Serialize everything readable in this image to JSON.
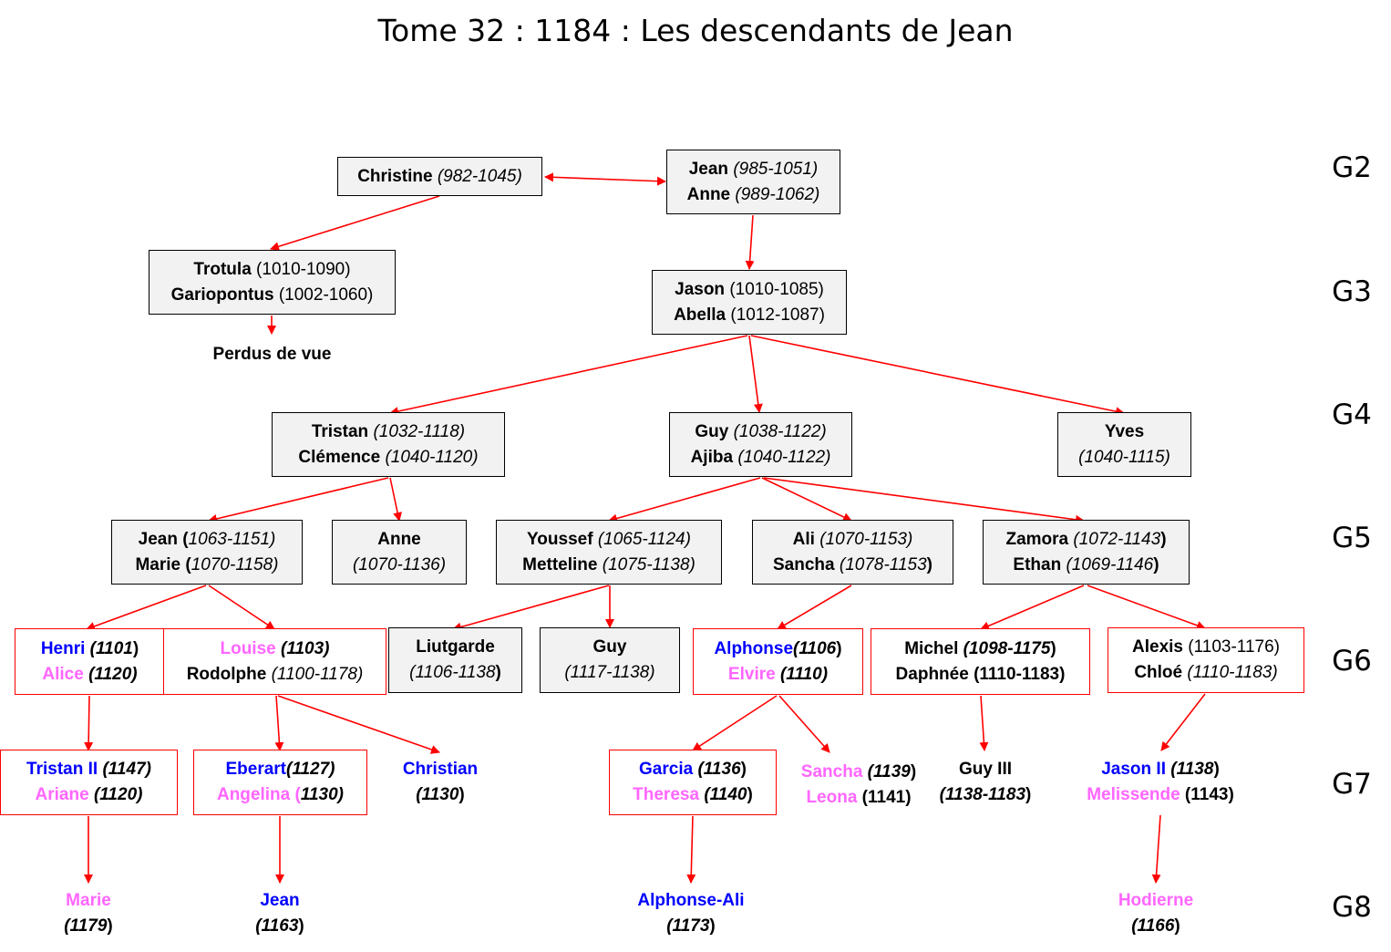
{
  "title": "Tome 32 : 1184 : Les descendants de Jean",
  "colors": {
    "arrow": "#ff0000",
    "male": "#0000ff",
    "female": "#ff66ff",
    "default": "#000000"
  },
  "generations": [
    "G2",
    "G3",
    "G4",
    "G5",
    "G6",
    "G7",
    "G8"
  ],
  "nodes": [
    {
      "name": "christine",
      "lines": [
        [
          {
            "t": "Christine ",
            "s": "b"
          },
          {
            "t": "(982-1045)",
            "s": "i"
          }
        ]
      ]
    },
    {
      "name": "jean-anne",
      "lines": [
        [
          {
            "t": "Jean ",
            "s": "b"
          },
          {
            "t": "(985-1051)",
            "s": "i"
          }
        ],
        [
          {
            "t": "Anne ",
            "s": "b"
          },
          {
            "t": "(989-1062)",
            "s": "i"
          }
        ]
      ]
    },
    {
      "name": "trotula-gariopontus",
      "lines": [
        [
          {
            "t": "Trotula ",
            "s": "b"
          },
          {
            "t": "(1010-1090)",
            "s": "n"
          }
        ],
        [
          {
            "t": "Gariopontus ",
            "s": "b"
          },
          {
            "t": "(1002-1060)",
            "s": "n"
          }
        ]
      ]
    },
    {
      "name": "perdus-de-vue",
      "lines": [
        [
          {
            "t": "Perdus de vue",
            "s": "b"
          }
        ]
      ]
    },
    {
      "name": "jason-abella",
      "lines": [
        [
          {
            "t": "Jason ",
            "s": "b"
          },
          {
            "t": "(1010-1085)",
            "s": "n"
          }
        ],
        [
          {
            "t": "Abella ",
            "s": "b"
          },
          {
            "t": "(1012-1087)",
            "s": "n"
          }
        ]
      ]
    },
    {
      "name": "tristan-clemence",
      "lines": [
        [
          {
            "t": "Tristan ",
            "s": "b"
          },
          {
            "t": "(1032-1118)",
            "s": "i"
          }
        ],
        [
          {
            "t": "Clémence ",
            "s": "b"
          },
          {
            "t": "(1040-1120)",
            "s": "i"
          }
        ]
      ]
    },
    {
      "name": "guy-ajiba",
      "lines": [
        [
          {
            "t": "Guy ",
            "s": "b"
          },
          {
            "t": "(1038-1122)",
            "s": "i"
          }
        ],
        [
          {
            "t": "Ajiba ",
            "s": "b"
          },
          {
            "t": "(1040-1122)",
            "s": "i"
          }
        ]
      ]
    },
    {
      "name": "yves",
      "lines": [
        [
          {
            "t": "Yves",
            "s": "b"
          }
        ],
        [
          {
            "t": "(1040-1115)",
            "s": "i"
          }
        ]
      ]
    },
    {
      "name": "jean-marie",
      "lines": [
        [
          {
            "t": "Jean ",
            "s": "b"
          },
          {
            "t": "(",
            "s": "b"
          },
          {
            "t": "1063-1151)",
            "s": "i"
          }
        ],
        [
          {
            "t": "Marie ",
            "s": "b"
          },
          {
            "t": "(",
            "s": "b"
          },
          {
            "t": "1070-1158)",
            "s": "i"
          }
        ]
      ]
    },
    {
      "name": "anne-g5",
      "lines": [
        [
          {
            "t": "Anne",
            "s": "b"
          }
        ],
        [
          {
            "t": "(1070-1136)",
            "s": "i"
          }
        ]
      ]
    },
    {
      "name": "youssef-metteline",
      "lines": [
        [
          {
            "t": "Youssef ",
            "s": "b"
          },
          {
            "t": "(1065-1124)",
            "s": "i"
          }
        ],
        [
          {
            "t": "Metteline ",
            "s": "b"
          },
          {
            "t": "(1075-1138)",
            "s": "i"
          }
        ]
      ]
    },
    {
      "name": "ali-sancha",
      "lines": [
        [
          {
            "t": "Ali ",
            "s": "b"
          },
          {
            "t": "(1070-1153)",
            "s": "i"
          }
        ],
        [
          {
            "t": "Sancha ",
            "s": "b"
          },
          {
            "t": "(1078-1153",
            "s": "i"
          },
          {
            "t": ")",
            "s": "b"
          }
        ]
      ]
    },
    {
      "name": "zamora-ethan",
      "lines": [
        [
          {
            "t": "Zamora ",
            "s": "b"
          },
          {
            "t": "(1072-1143",
            "s": "i"
          },
          {
            "t": ")",
            "s": "b"
          }
        ],
        [
          {
            "t": "Ethan ",
            "s": "b"
          },
          {
            "t": "(1069-1146",
            "s": "i"
          },
          {
            "t": ")",
            "s": "b"
          }
        ]
      ]
    },
    {
      "name": "henri-alice",
      "lines": [
        [
          {
            "t": "Henri ",
            "s": "b",
            "c": "male"
          },
          {
            "t": "(1101",
            "s": "bi"
          },
          {
            "t": ")",
            "s": "b"
          }
        ],
        [
          {
            "t": "Alice ",
            "s": "b",
            "c": "female"
          },
          {
            "t": "(1120)",
            "s": "bi"
          }
        ]
      ]
    },
    {
      "name": "louise-rodolphe",
      "lines": [
        [
          {
            "t": "Louise ",
            "s": "b",
            "c": "female"
          },
          {
            "t": "(1103)",
            "s": "bi"
          }
        ],
        [
          {
            "t": "Rodolphe ",
            "s": "b"
          },
          {
            "t": "(1100-1178)",
            "s": "i"
          }
        ]
      ]
    },
    {
      "name": "liutgarde",
      "lines": [
        [
          {
            "t": "Liutgarde",
            "s": "b"
          }
        ],
        [
          {
            "t": "(1106-1138",
            "s": "i"
          },
          {
            "t": ")",
            "s": "b"
          }
        ]
      ]
    },
    {
      "name": "guy-g6",
      "lines": [
        [
          {
            "t": "Guy",
            "s": "b"
          }
        ],
        [
          {
            "t": "(1117-1138)",
            "s": "i"
          }
        ]
      ]
    },
    {
      "name": "alphonse-elvire",
      "lines": [
        [
          {
            "t": "Alphonse",
            "s": "b",
            "c": "male"
          },
          {
            "t": "(1106",
            "s": "bi"
          },
          {
            "t": ")",
            "s": "b"
          }
        ],
        [
          {
            "t": "Elvire ",
            "s": "b",
            "c": "female"
          },
          {
            "t": "(1110)",
            "s": "bi"
          }
        ]
      ]
    },
    {
      "name": "michel-daphnee",
      "lines": [
        [
          {
            "t": "Michel ",
            "s": "b"
          },
          {
            "t": "(1098-1175",
            "s": "bi"
          },
          {
            "t": ")",
            "s": "b"
          }
        ],
        [
          {
            "t": "Daphnée (1110-1183)",
            "s": "b"
          }
        ]
      ]
    },
    {
      "name": "alexis-chloe",
      "lines": [
        [
          {
            "t": "Alexis ",
            "s": "b"
          },
          {
            "t": "(1103-1176)",
            "s": "n"
          }
        ],
        [
          {
            "t": "Chloé ",
            "s": "b"
          },
          {
            "t": "(1110-1183)",
            "s": "i"
          }
        ]
      ]
    },
    {
      "name": "tristan2-ariane",
      "lines": [
        [
          {
            "t": "Tristan II ",
            "s": "b",
            "c": "male"
          },
          {
            "t": "(1147)",
            "s": "bi"
          }
        ],
        [
          {
            "t": "Ariane ",
            "s": "b",
            "c": "female"
          },
          {
            "t": "(1120)",
            "s": "bi"
          }
        ]
      ]
    },
    {
      "name": "eberart-angelina",
      "lines": [
        [
          {
            "t": "Eberart",
            "s": "b",
            "c": "male"
          },
          {
            "t": "(1127)",
            "s": "bi"
          }
        ],
        [
          {
            "t": "Angelina (",
            "s": "b",
            "c": "female"
          },
          {
            "t": "1130)",
            "s": "bi"
          }
        ]
      ]
    },
    {
      "name": "christian",
      "lines": [
        [
          {
            "t": "Christian",
            "s": "b",
            "c": "male"
          }
        ],
        [
          {
            "t": "(1130",
            "s": "bi"
          },
          {
            "t": ")",
            "s": "b"
          }
        ]
      ]
    },
    {
      "name": "garcia-theresa",
      "lines": [
        [
          {
            "t": "Garcia ",
            "s": "b",
            "c": "male"
          },
          {
            "t": "(1136",
            "s": "bi"
          },
          {
            "t": ")",
            "s": "b"
          }
        ],
        [
          {
            "t": "Theresa ",
            "s": "b",
            "c": "female"
          },
          {
            "t": "(1140",
            "s": "bi"
          },
          {
            "t": ")",
            "s": "b"
          }
        ]
      ]
    },
    {
      "name": "sancha-leona",
      "lines": [
        [
          {
            "t": "Sancha ",
            "s": "b",
            "c": "female"
          },
          {
            "t": "(1139",
            "s": "bi"
          },
          {
            "t": ")",
            "s": "b"
          }
        ],
        [
          {
            "t": "Leona ",
            "s": "b",
            "c": "female"
          },
          {
            "t": "(1141)",
            "s": "b"
          }
        ]
      ]
    },
    {
      "name": "guy3",
      "lines": [
        [
          {
            "t": "Guy III",
            "s": "b"
          }
        ],
        [
          {
            "t": "(1138-1183",
            "s": "bi"
          },
          {
            "t": ")",
            "s": "b"
          }
        ]
      ]
    },
    {
      "name": "jason2-melissende",
      "lines": [
        [
          {
            "t": "Jason II ",
            "s": "b",
            "c": "male"
          },
          {
            "t": "(1138",
            "s": "bi"
          },
          {
            "t": ")",
            "s": "b"
          }
        ],
        [
          {
            "t": "Melissende ",
            "s": "b",
            "c": "female"
          },
          {
            "t": "(1143)",
            "s": "b"
          }
        ]
      ]
    },
    {
      "name": "marie-g8",
      "lines": [
        [
          {
            "t": "Marie",
            "s": "b",
            "c": "female"
          }
        ],
        [
          {
            "t": "(1179",
            "s": "bi"
          },
          {
            "t": ")",
            "s": "b"
          }
        ]
      ]
    },
    {
      "name": "jean-g8",
      "lines": [
        [
          {
            "t": "Jean",
            "s": "b",
            "c": "male"
          }
        ],
        [
          {
            "t": "(1163",
            "s": "bi"
          },
          {
            "t": ")",
            "s": "b"
          }
        ]
      ]
    },
    {
      "name": "alphonse-ali",
      "lines": [
        [
          {
            "t": "Alphonse-Ali",
            "s": "b",
            "c": "male"
          }
        ],
        [
          {
            "t": "(1173",
            "s": "bi"
          },
          {
            "t": ")",
            "s": "b"
          }
        ]
      ]
    },
    {
      "name": "hodierne",
      "lines": [
        [
          {
            "t": "Hodierne",
            "s": "b",
            "c": "female"
          }
        ],
        [
          {
            "t": "(1166",
            "s": "bi"
          },
          {
            "t": ")",
            "s": "b"
          }
        ]
      ]
    }
  ]
}
